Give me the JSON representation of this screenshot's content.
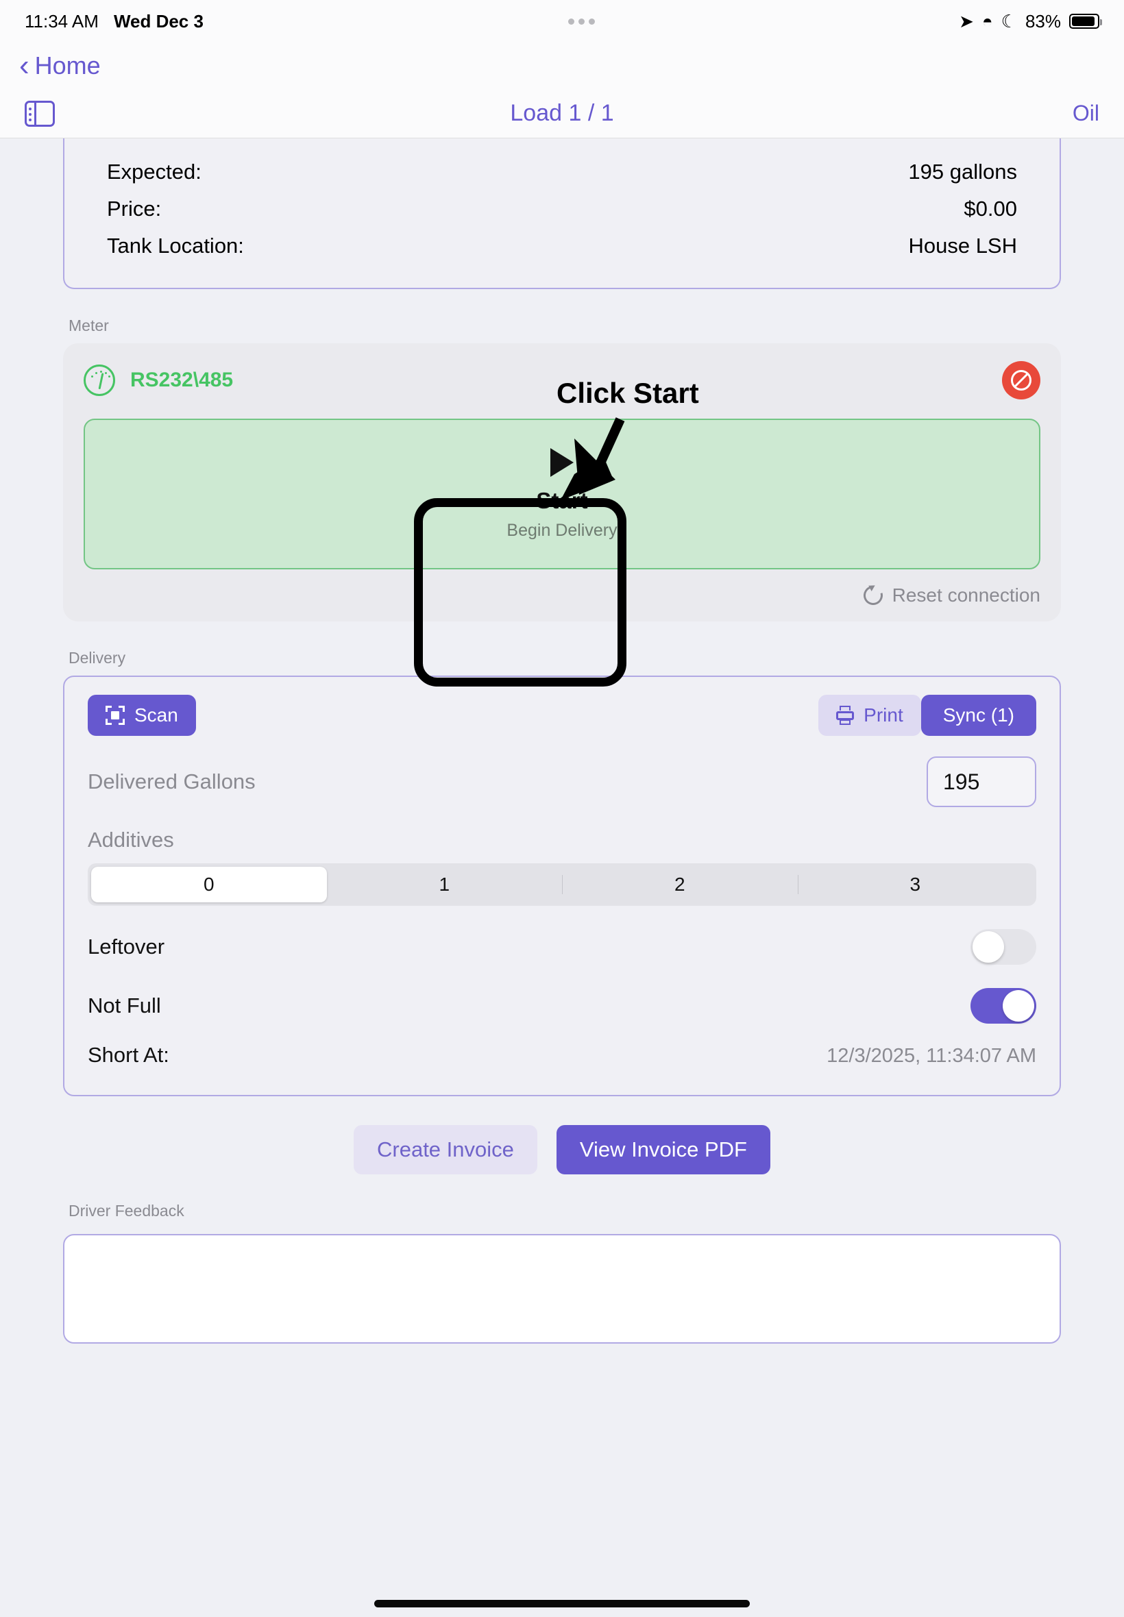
{
  "status_bar": {
    "time": "11:34 AM",
    "date": "Wed Dec 3",
    "battery_percent": "83%"
  },
  "nav": {
    "back_label": "Home"
  },
  "toolbar": {
    "title": "Load 1 / 1",
    "right_label": "Oil"
  },
  "load_card": {
    "rows": [
      {
        "label": "Expected:",
        "value": "195 gallons"
      },
      {
        "label": "Price:",
        "value": "$0.00"
      },
      {
        "label": "Tank Location:",
        "value": "House LSH"
      }
    ]
  },
  "meter": {
    "section_label": "Meter",
    "device_name": "RS232\\485",
    "start_label": "Start",
    "start_sublabel": "Begin Delivery",
    "reset_label": "Reset connection"
  },
  "delivery": {
    "section_label": "Delivery",
    "scan_label": "Scan",
    "print_label": "Print",
    "sync_label": "Sync (1)",
    "delivered_gallons_label": "Delivered Gallons",
    "delivered_gallons_value": "195",
    "additives_label": "Additives",
    "additives_options": [
      "0",
      "1",
      "2",
      "3"
    ],
    "additives_selected": "0",
    "leftover_label": "Leftover",
    "leftover_on": false,
    "not_full_label": "Not Full",
    "not_full_on": true,
    "short_at_label": "Short At:",
    "short_at_value": "12/3/2025, 11:34:07 AM"
  },
  "invoice": {
    "create_label": "Create Invoice",
    "view_pdf_label": "View Invoice PDF"
  },
  "feedback": {
    "section_label": "Driver Feedback",
    "value": ""
  },
  "annotation": {
    "text": "Click Start"
  },
  "colors": {
    "accent_purple": "#6658cf",
    "meter_green": "#46c463",
    "stop_red": "#e8493a",
    "page_bg": "#eff0f5"
  }
}
